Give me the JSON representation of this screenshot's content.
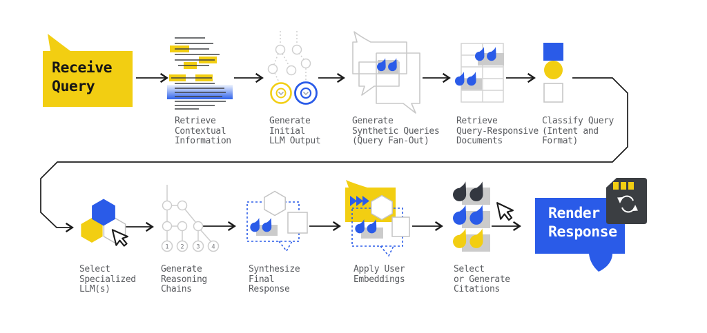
{
  "diagram": {
    "start": {
      "label": "Receive\nQuery"
    },
    "end": {
      "label": "Render\nResponse"
    },
    "steps": [
      {
        "id": "retrieve-contextual",
        "label": "Retrieve\nContextual\nInformation"
      },
      {
        "id": "generate-initial",
        "label": "Generate\nInitial\nLLM Output"
      },
      {
        "id": "generate-synthetic",
        "label": "Generate\nSynthetic Queries\n(Query Fan-Out)"
      },
      {
        "id": "retrieve-docs",
        "label": "Retrieve\nQuery-Responsive\nDocuments"
      },
      {
        "id": "classify-query",
        "label": "Classify Query\n(Intent and\nFormat)"
      },
      {
        "id": "select-llm",
        "label": "Select\nSpecialized\nLLM(s)"
      },
      {
        "id": "reasoning-chains",
        "label": "Generate\nReasoning\nChains"
      },
      {
        "id": "synthesize-response",
        "label": "Synthesize\nFinal\nResponse"
      },
      {
        "id": "user-embeddings",
        "label": "Apply User\nEmbeddings"
      },
      {
        "id": "citations",
        "label": "Select\nor Generate\nCitations"
      }
    ],
    "reasoning_numbers": [
      "1",
      "2",
      "3",
      "4"
    ],
    "colors": {
      "yellow": "#F2CE12",
      "blue": "#2A5BE8",
      "dark_card": "#3B3E42",
      "dark_quote": "#333740",
      "shadow_gray": "#CBCBCB",
      "outline_gray": "#C7C7C7",
      "label_text": "#5A5C60",
      "arrow_line": "#1B1B1B"
    }
  }
}
